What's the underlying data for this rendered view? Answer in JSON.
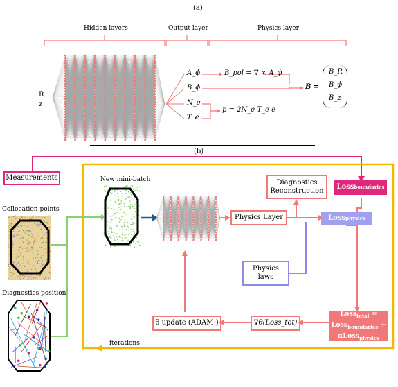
{
  "panel_a": {
    "label": "(a)",
    "headers": {
      "hidden": "Hidden layers",
      "output": "Output layer",
      "physics": "Physics layer"
    },
    "inputs": [
      "R",
      "z"
    ],
    "outputs": [
      "A_ϕ",
      "B_ϕ",
      "N_e",
      "T_e"
    ],
    "eq_bpol": "B_pol = ∇ × A_ϕ",
    "eq_p": "p = 2N_e T_e e",
    "eq_B": "B =",
    "vector": [
      "B_R",
      "B_ϕ",
      "B_z"
    ]
  },
  "panel_b": {
    "label": "(b)",
    "measurements": "Measurements",
    "new_minibatch": "New mini-batch",
    "collocation": "Collocation points",
    "diag_position": "Diagnostics position",
    "physics_layer": "Physics Layer",
    "diag_recon_1": "Diagnostics",
    "diag_recon_2": "Reconstruction",
    "loss_boundaries": "Loss",
    "loss_boundaries_sub": "boundaries",
    "loss_physics": "Loss",
    "loss_physics_sub": "physics",
    "physics_laws_1": "Physics",
    "physics_laws_2": "laws",
    "loss_total_1": "Loss",
    "loss_total_1_sub": "total",
    "loss_total_1_tail": " =",
    "loss_total_2": "Loss",
    "loss_total_2_sub": "boundaries",
    "loss_total_2_tail": " +",
    "loss_total_3": "αLoss",
    "loss_total_3_sub": "physics",
    "grad": "∇θ(Loss_tot)",
    "theta_update": "θ update (ADAM )",
    "iterations": "iterations"
  },
  "colors": {
    "pink": "#e0287a",
    "red": "#f07878",
    "blue": "#8c8ce8",
    "green": "#88d070",
    "orange": "#f5b800",
    "dark_blue": "#1e5a8a"
  }
}
